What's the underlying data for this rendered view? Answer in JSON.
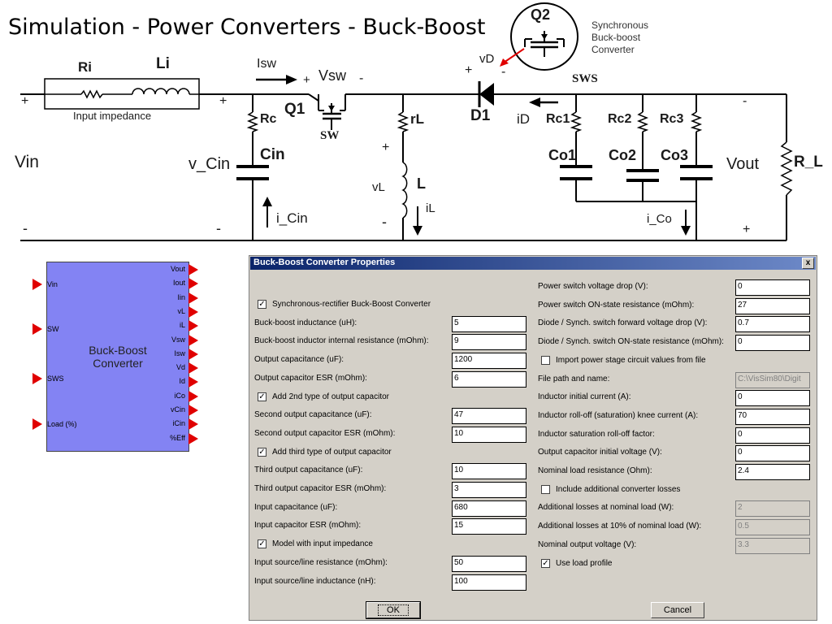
{
  "slide": {
    "title": "Simulation - Power Converters - Buck-Boost"
  },
  "q2_caption": [
    "Synchronous",
    "Buck-boost",
    "Converter"
  ],
  "schematic": {
    "ri": "Ri",
    "li": "Li",
    "input_impedance": "Input impedance",
    "plus_left": "+",
    "plus_mid": "+",
    "minus_left": "-",
    "minus_mid": "-",
    "vin": "Vin",
    "v_cin": "v_Cin",
    "cin": "Cin",
    "i_cin": "i_Cin",
    "isw": "Isw",
    "vsw_plus": "+",
    "vsw": "Vsw",
    "vsw_minus": "-",
    "rc": "Rc",
    "q1": "Q1",
    "sw": "SW",
    "rl": "rL",
    "vl": "vL",
    "l": "L",
    "il": "iL",
    "l_plus": "+",
    "l_minus": "-",
    "vd_plus": "+",
    "vd": "vD",
    "vd_minus": "-",
    "d1": "D1",
    "id": "iD",
    "q2": "Q2",
    "sws": "SWS",
    "rc1": "Rc1",
    "rc2": "Rc2",
    "rc3": "Rc3",
    "co1": "Co1",
    "co2": "Co2",
    "co3": "Co3",
    "i_co": "i_Co",
    "vout": "Vout",
    "rload": "R_L",
    "vout_minus": "-",
    "vout_plus": "+"
  },
  "block": {
    "title_line1": "Buck-Boost",
    "title_line2": "Converter",
    "inputs": [
      "Vin",
      "SW",
      "SWS",
      "Load (%)"
    ],
    "outputs": [
      "Vout",
      "Iout",
      "Iin",
      "vL",
      "iL",
      "Vsw",
      "Isw",
      "Vd",
      "Id",
      "iCo",
      "vCin",
      "iCin",
      "%Eff"
    ]
  },
  "dialog": {
    "title": "Buck-Boost Converter Properties",
    "close": "x",
    "ok": "OK",
    "cancel": "Cancel",
    "left": [
      {
        "type": "check",
        "checked": true,
        "label": "Synchronous-rectifier Buck-Boost Converter"
      },
      {
        "type": "field",
        "label": "Buck-boost inductance (uH):",
        "value": "5"
      },
      {
        "type": "field",
        "label": "Buck-boost inductor internal resistance (mOhm):",
        "value": "9"
      },
      {
        "type": "field",
        "label": "Output capacitance (uF):",
        "value": "1200"
      },
      {
        "type": "field",
        "label": "Output capacitor ESR (mOhm):",
        "value": "6"
      },
      {
        "type": "check",
        "checked": true,
        "label": "Add 2nd type of output capacitor"
      },
      {
        "type": "field",
        "label": "Second output capacitance (uF):",
        "value": "47"
      },
      {
        "type": "field",
        "label": "Second output capacitor ESR (mOhm):",
        "value": "10"
      },
      {
        "type": "check",
        "checked": true,
        "label": "Add third type of output capacitor"
      },
      {
        "type": "field",
        "label": "Third output capacitance (uF):",
        "value": "10"
      },
      {
        "type": "field",
        "label": "Third output capacitor ESR (mOhm):",
        "value": "3"
      },
      {
        "type": "field",
        "label": "Input capacitance (uF):",
        "value": "680"
      },
      {
        "type": "field",
        "label": "Input capacitor ESR (mOhm):",
        "value": "15"
      },
      {
        "type": "check",
        "checked": true,
        "label": "Model with input impedance"
      },
      {
        "type": "field",
        "label": "Input source/line resistance (mOhm):",
        "value": "50"
      },
      {
        "type": "field",
        "label": "Input source/line inductance (nH):",
        "value": "100"
      }
    ],
    "right": [
      {
        "type": "field",
        "label": "Power switch voltage drop (V):",
        "value": "0"
      },
      {
        "type": "field",
        "label": "Power switch ON-state resistance (mOhm):",
        "value": "27"
      },
      {
        "type": "field",
        "label": "Diode / Synch. switch forward voltage drop (V):",
        "value": "0.7"
      },
      {
        "type": "field",
        "label": "Diode / Synch. switch ON-state resistance (mOhm):",
        "value": "0"
      },
      {
        "type": "check",
        "checked": false,
        "label": "Import power stage circuit values from file"
      },
      {
        "type": "field",
        "label": "File path and name:",
        "value": "C:\\VisSim80\\Digit",
        "disabled": true
      },
      {
        "type": "field",
        "label": "Inductor initial current (A):",
        "value": "0"
      },
      {
        "type": "field",
        "label": "Inductor roll-off (saturation) knee current (A):",
        "value": "70"
      },
      {
        "type": "field",
        "label": "Inductor saturation roll-off factor:",
        "value": "0"
      },
      {
        "type": "field",
        "label": "Output capacitor initial voltage (V):",
        "value": "0"
      },
      {
        "type": "field",
        "label": "Nominal load resistance (Ohm):",
        "value": "2.4"
      },
      {
        "type": "check",
        "checked": false,
        "label": "Include additional converter losses"
      },
      {
        "type": "field",
        "label": "Additional losses at nominal load (W):",
        "value": "2",
        "disabled": true
      },
      {
        "type": "field",
        "label": "Additional losses at 10% of nominal load (W):",
        "value": "0.5",
        "disabled": true
      },
      {
        "type": "field",
        "label": "Nominal output voltage (V):",
        "value": "3.3",
        "disabled": true
      },
      {
        "type": "check",
        "checked": true,
        "label": "Use load profile"
      }
    ]
  }
}
